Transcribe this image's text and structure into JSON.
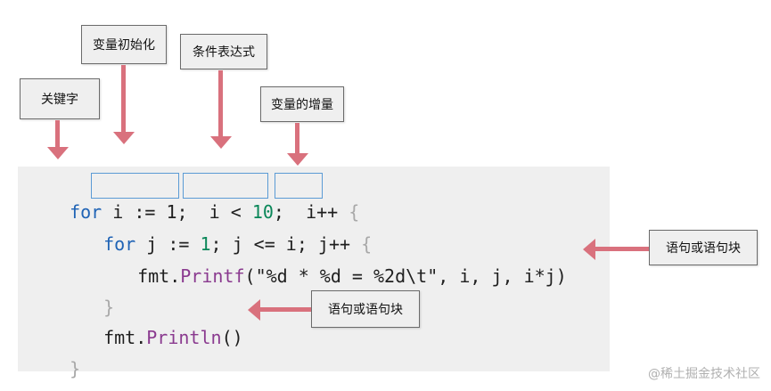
{
  "labels": {
    "keyword": "关键字",
    "init": "变量初始化",
    "condition": "条件表达式",
    "increment": "变量的增量",
    "statement_right": "语句或语句块",
    "statement_mid": "语句或语句块"
  },
  "code": {
    "line1": {
      "kw": "for",
      "init": "i := 1;",
      "cond_i": "i",
      "cond_op": " < ",
      "cond_num": "10",
      "cond_semi": ";",
      "inc": "i++",
      "brace": "{"
    },
    "line2": {
      "kw": "for",
      "j": " j ",
      "op1": ":= ",
      "n1": "1",
      "semi1": "; j <= i; j++ ",
      "brace": "{"
    },
    "line3": {
      "obj": "fmt",
      "dot": ".",
      "fn": "Printf",
      "open": "(",
      "str": "\"%d * %d = %2d\\t\"",
      "args": ", i, j, i*j",
      "close": ")"
    },
    "line4": {
      "brace": "}"
    },
    "line5": {
      "obj": "fmt",
      "dot": ".",
      "fn": "Println",
      "parens": "()"
    },
    "line6": {
      "brace": "}"
    }
  },
  "watermark": "@稀土掘金技术社区",
  "colors": {
    "arrow": "#d9717d",
    "highlight_border": "#5b9bd5",
    "keyword": "#1f63b5",
    "function": "#8a3a8f",
    "number": "#098658"
  }
}
